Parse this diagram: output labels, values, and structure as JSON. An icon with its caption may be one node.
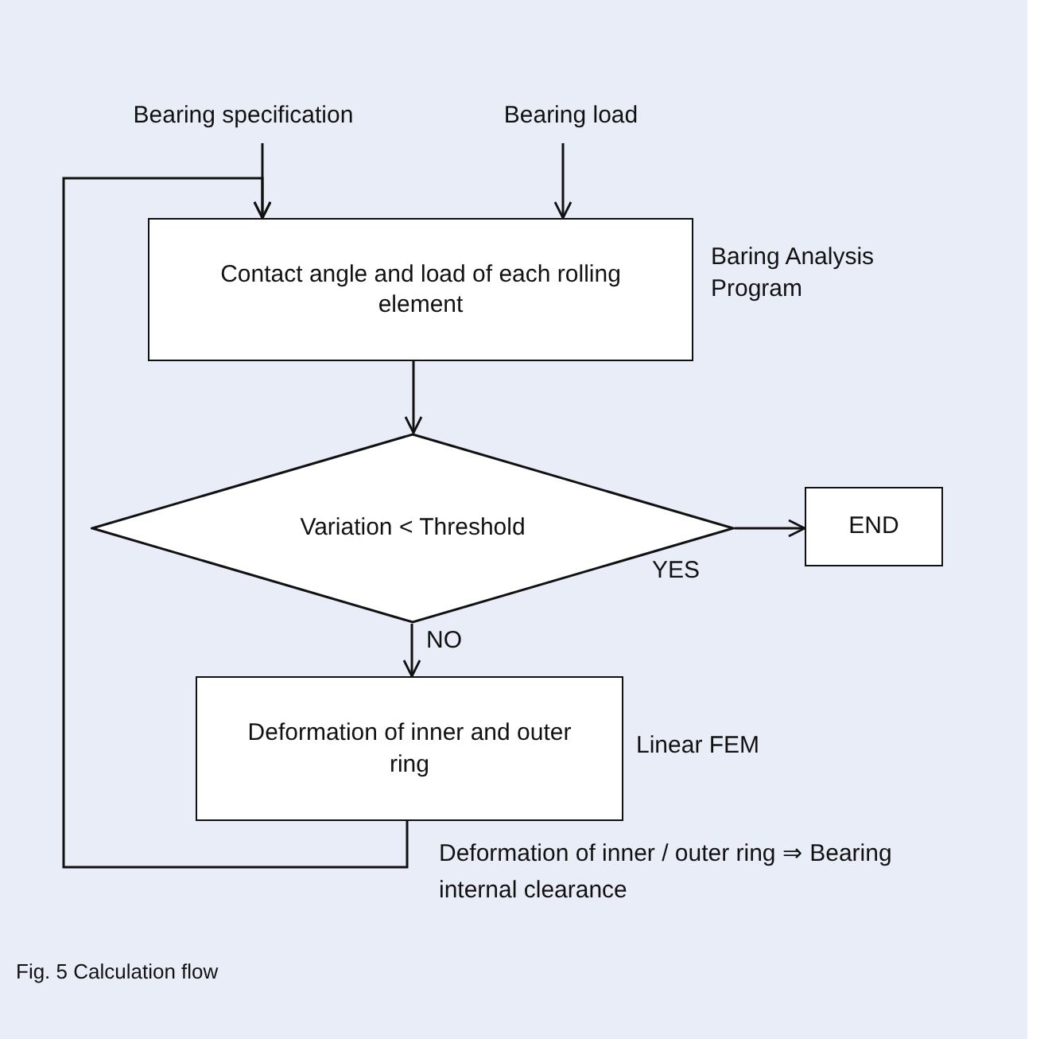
{
  "diagram": {
    "caption": "Fig. 5  Calculation flow",
    "nodes": [
      {
        "text": [
          "Bearing specification"
        ]
      },
      {
        "text": [
          "Bearing load"
        ]
      },
      {
        "text": [
          "Contact angle and load of each rolling element"
        ],
        "beside": [
          "Baring Analysis Program"
        ]
      },
      {
        "text": [
          "Variation  <  Threshold"
        ]
      },
      {
        "text": [
          "END"
        ]
      },
      {
        "text": [
          "Deformation of inner and outer ring"
        ],
        "beside": [
          "Linear FEM"
        ]
      }
    ],
    "edges": [
      {
        "from": 0,
        "to": 2,
        "arrow": "to"
      },
      {
        "from": 1,
        "to": 2,
        "arrow": "to"
      },
      {
        "from": 2,
        "to": 3,
        "arrow": "to"
      },
      {
        "from": 3,
        "to": 4,
        "arrow": "to",
        "label": "YES"
      },
      {
        "from": 3,
        "to": 5,
        "arrow": "to",
        "label": "NO"
      },
      {
        "from": 5,
        "to": 2,
        "arrow": "to",
        "label": "Deformation of inner / outer ring ⇒ Bearing internal clearance"
      }
    ]
  }
}
